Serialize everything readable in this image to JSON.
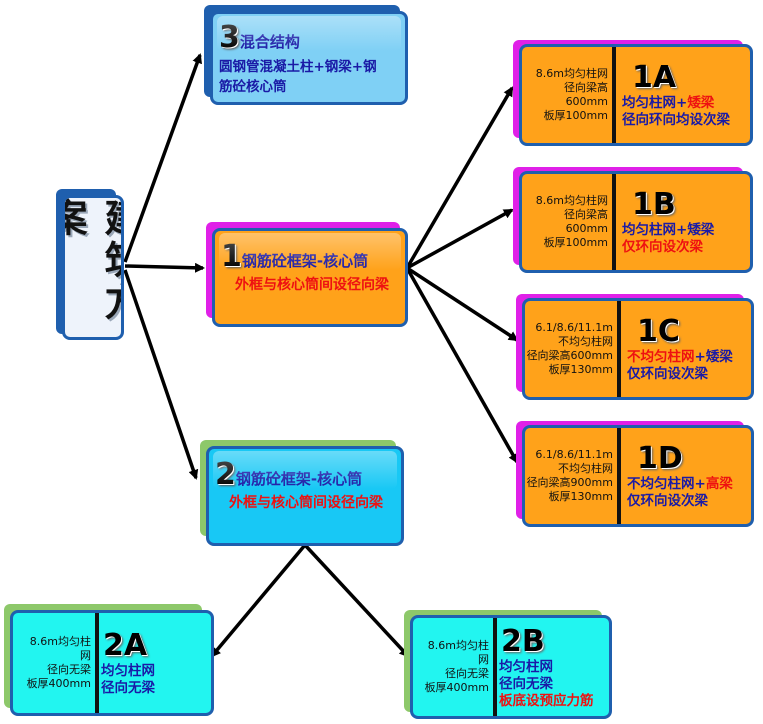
{
  "root": {
    "title": "建筑方案"
  },
  "nodes": {
    "n3": {
      "num": "3",
      "title": "混合结构",
      "line1": "圆钢管混凝土柱+钢梁+钢",
      "line2": "筋砼核心筒"
    },
    "n1": {
      "num": "1",
      "title": "钢筋砼框架-核心筒",
      "sub": "外框与核心筒间设径向梁"
    },
    "n2": {
      "num": "2",
      "title": "钢筋砼框架-核心筒",
      "sub": "外框与核心筒间设径向梁"
    }
  },
  "leaves": {
    "1A": {
      "code": "1A",
      "params": [
        "8.6m均匀柱网",
        "径向梁高",
        "600mm",
        "板厚100mm"
      ],
      "l1a": "均匀柱网",
      "l1b": "+",
      "l1c": "矮梁",
      "l2": "径向环向均设次梁"
    },
    "1B": {
      "code": "1B",
      "params": [
        "8.6m均匀柱网",
        "径向梁高",
        "600mm",
        "板厚100mm"
      ],
      "l1a": "均匀柱网",
      "l1b": "+",
      "l1c": "矮梁",
      "l2": "仅环向设次梁"
    },
    "1C": {
      "code": "1C",
      "params": [
        "6.1/8.6/11.1m",
        "不均匀柱网",
        "径向梁高600mm",
        "板厚130mm"
      ],
      "l1a": "不均匀柱网",
      "l1b": "+",
      "l1c": "矮梁",
      "l2": "仅环向设次梁"
    },
    "1D": {
      "code": "1D",
      "params": [
        "6.1/8.6/11.1m",
        "不均匀柱网",
        "径向梁高900mm",
        "板厚130mm"
      ],
      "l1a": "不均匀柱网",
      "l1b": "+",
      "l1c": "高梁",
      "l2": "仅环向设次梁"
    },
    "2A": {
      "code": "2A",
      "params": [
        "8.6m均匀柱",
        "网",
        "径向无梁",
        "板厚400mm"
      ],
      "l1": "均匀柱网",
      "l2": "径向无梁"
    },
    "2B": {
      "code": "2B",
      "params": [
        "8.6m均匀柱",
        "网",
        "径向无梁",
        "板厚400mm"
      ],
      "l1": "均匀柱网",
      "l2": "径向无梁",
      "l3": "板底设预应力筋"
    }
  },
  "colors": {
    "border": "#1f5fae",
    "orange": "#ffa21a",
    "magenta": "#e020e8",
    "lightblue": "#7fd0f5",
    "cyan": "#18c8f5",
    "aqua": "#22f5f0",
    "green": "#8dc86a",
    "red": "#ee1111",
    "blue": "#1a1aa6"
  }
}
